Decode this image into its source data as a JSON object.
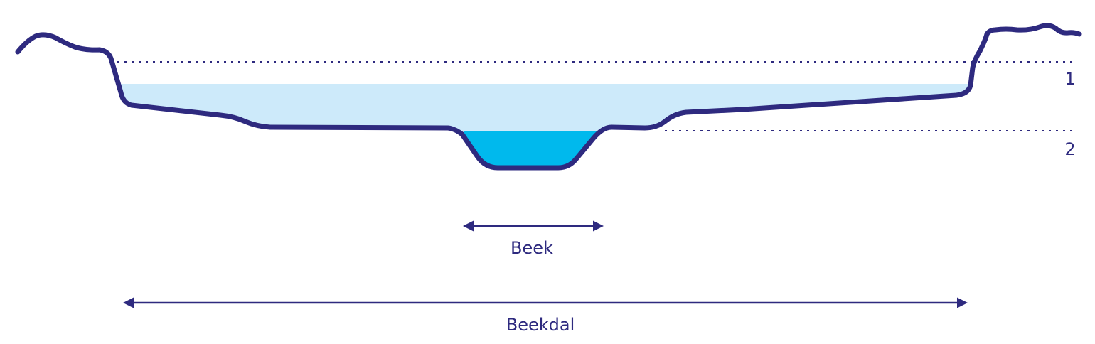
{
  "diagram": {
    "levels": [
      {
        "label": "1"
      },
      {
        "label": "2"
      }
    ],
    "dimensions": {
      "stream_label": "Beek",
      "valley_label": "Beekdal"
    },
    "colors": {
      "outline": "#2e2a7f",
      "level_1_water": "#cdeafa",
      "level_2_water": "#00b9ed",
      "dotted_line": "#2e2a7f",
      "label_text": "#2e2a7f"
    }
  }
}
